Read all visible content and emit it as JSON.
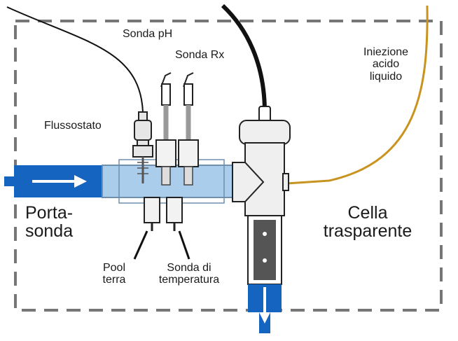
{
  "labels": {
    "sonda_ph": "Sonda pH",
    "sonda_rx": "Sonda Rx",
    "flussostato": "Flussostato",
    "iniezione_line1": "Iniezione",
    "iniezione_line2": "acido",
    "iniezione_line3": "liquido",
    "porta_line1": "Porta-",
    "porta_line2": "sonda",
    "cella_line1": "Cella",
    "cella_line2": "trasparente",
    "pool_line1": "Pool",
    "pool_line2": "terra",
    "temp_line1": "Sonda di",
    "temp_line2": "temperatura"
  },
  "colors": {
    "pipe_blue": "#1565c0",
    "water_light": "#a9cdeb",
    "acid_tube": "#c8941f",
    "cable": "#111111",
    "dashed_border": "#777777",
    "body_grey": "#efefef",
    "probe_dark": "#555555"
  }
}
